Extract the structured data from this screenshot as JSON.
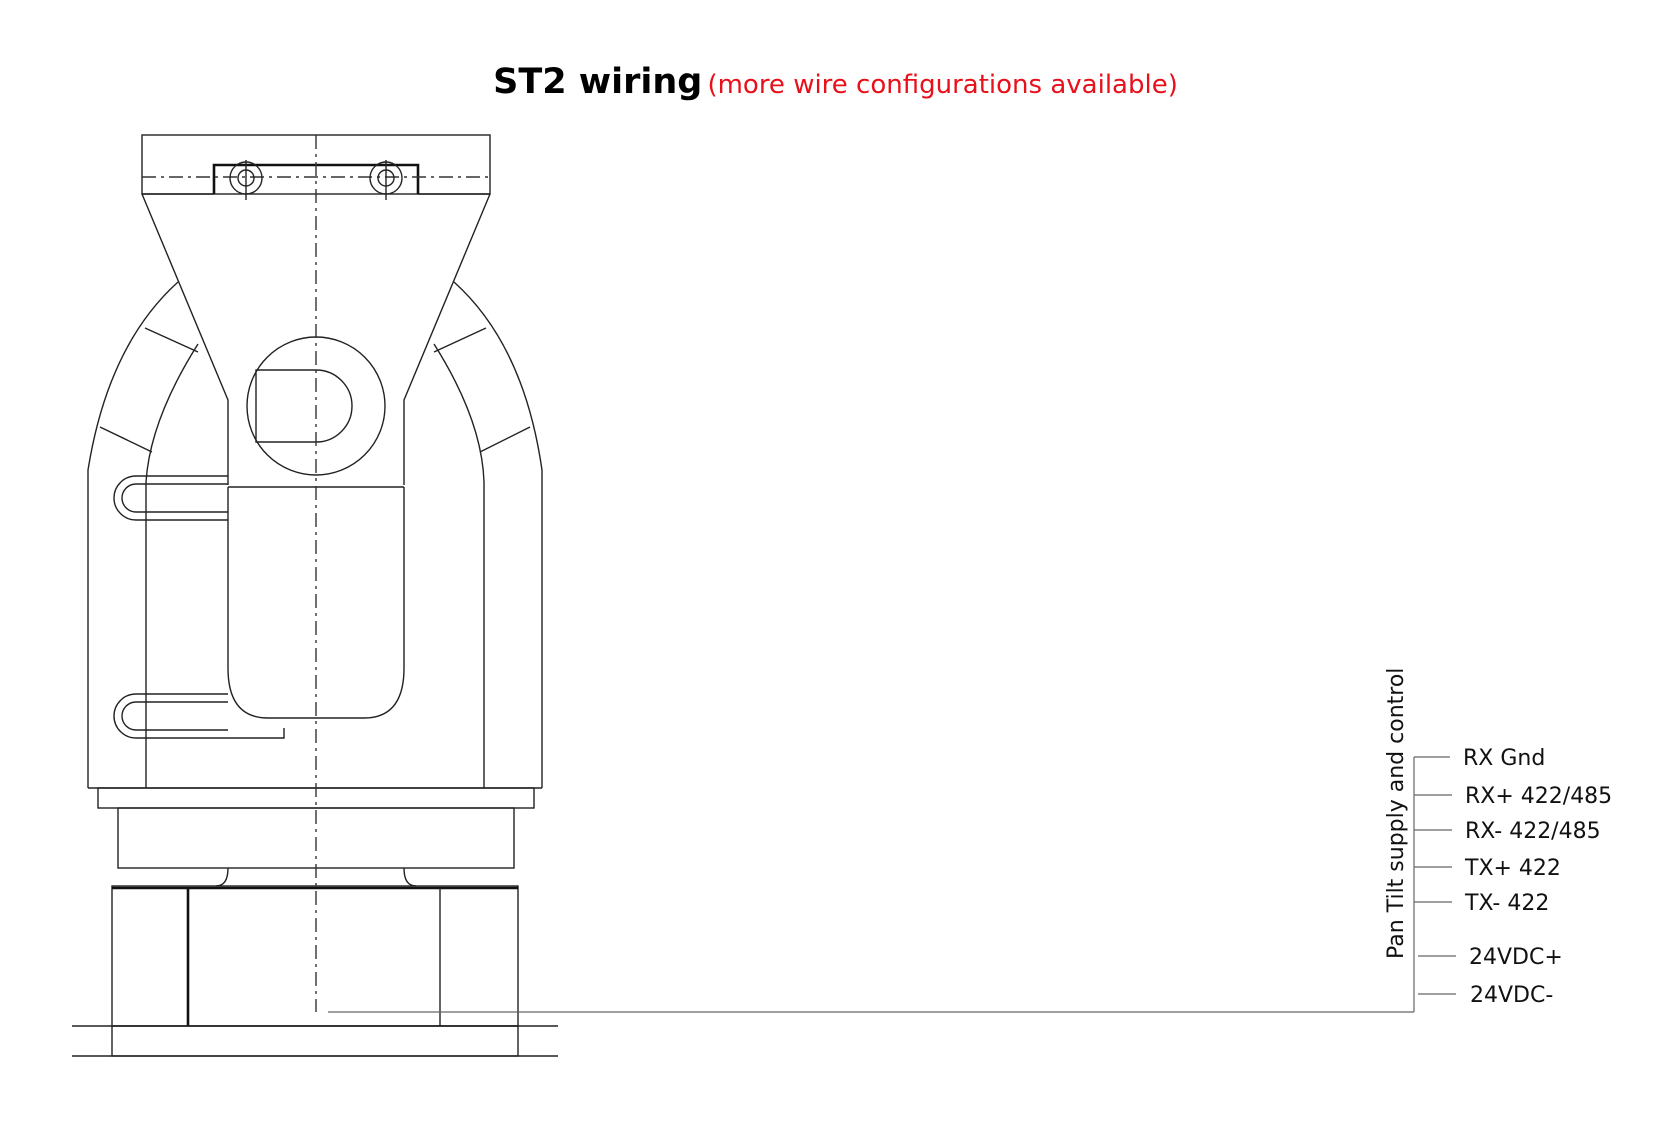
{
  "title": {
    "main": "ST2 wiring",
    "note": "(more wire configurations available)"
  },
  "cable_label": "Pan Tilt supply and control",
  "wires": [
    {
      "label": "RX Gnd"
    },
    {
      "label": "RX+ 422/485"
    },
    {
      "label": "RX-  422/485"
    },
    {
      "label": "TX+ 422"
    },
    {
      "label": "TX-  422"
    },
    {
      "label": "24VDC+"
    },
    {
      "label": "24VDC-"
    }
  ],
  "colors": {
    "note": "#e8101a",
    "line": "#222222"
  }
}
